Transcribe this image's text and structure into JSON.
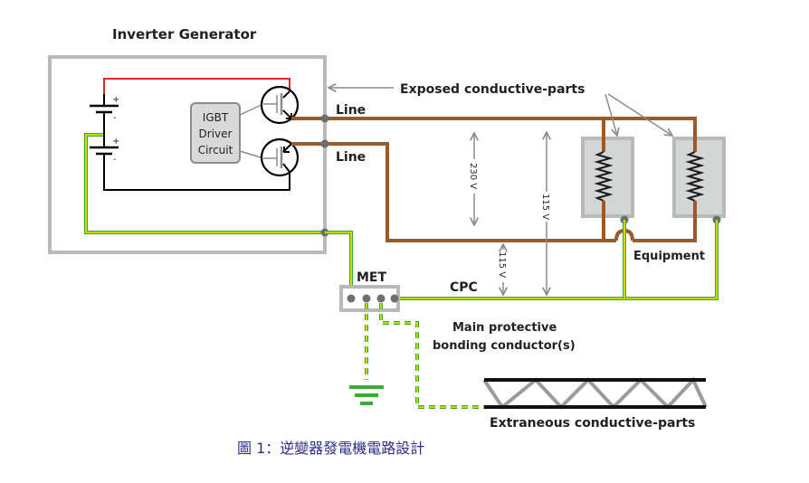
{
  "title": "Inverter Generator",
  "driver_label": [
    "IGBT",
    "Driver",
    "Circuit"
  ],
  "labels": {
    "exposed": "Exposed conductive-parts",
    "line1": "Line",
    "line2": "Line",
    "equipment": "Equipment",
    "met": "MET",
    "cpc": "CPC",
    "bonding_line1": "Main protective",
    "bonding_line2": "bonding conductor(s)",
    "extraneous": "Extraneous conductive-parts"
  },
  "voltages": {
    "line_to_line": "230 V",
    "line_to_earth_1": "115 V",
    "line_to_earth_2": "115 V"
  },
  "battery_signs": [
    "+",
    "-",
    "+",
    "-"
  ],
  "caption": "圖 1：逆變器發電機電路設計",
  "colors": {
    "line": "#9b5a2a",
    "positive": "#e3262b",
    "earth_green": "#3aa935",
    "earth_yellow": "#f2e600",
    "enclosure": "#b8bab9",
    "equipment_fill": "#d4d5d5",
    "caption": "#2b2d8a"
  }
}
